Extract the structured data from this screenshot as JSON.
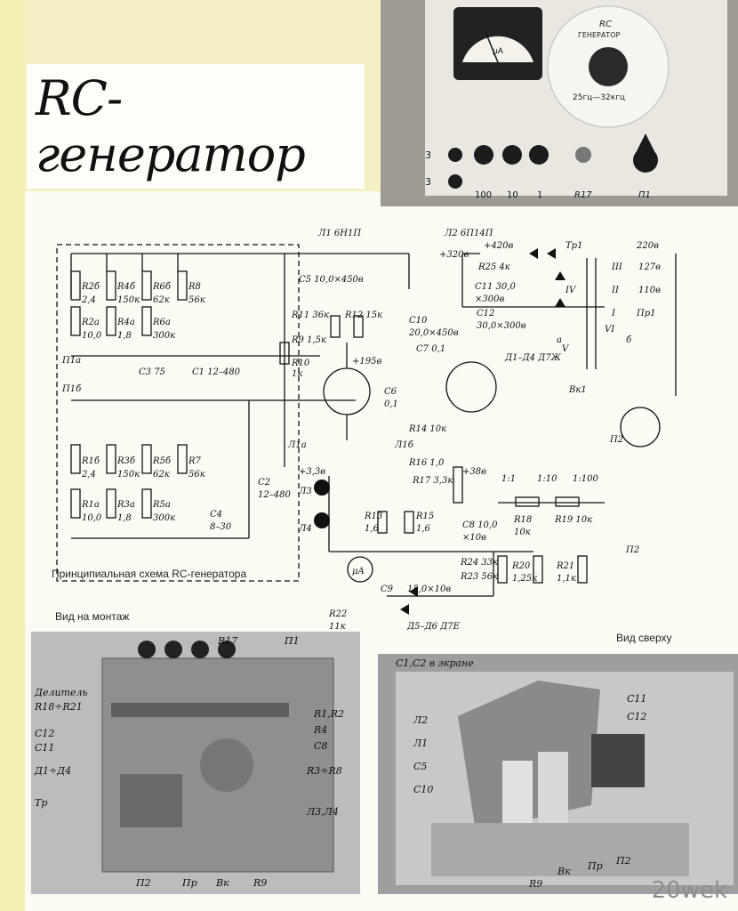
{
  "title": "RC-генератор",
  "schematic_caption": "Принципиальная схема RC-генератора",
  "view_mount_caption": "Вид на монтаж",
  "view_top_caption": "Вид сверху",
  "watermark": "20wek",
  "top_panel_photo": {
    "meter_label": "μA",
    "dial_label_1": "RC",
    "dial_label_2": "ГЕНЕРАТОР",
    "dial_range": "25гц—32кгц",
    "terminals": [
      "3",
      "3"
    ],
    "jack_labels": [
      "100",
      "10",
      "1"
    ],
    "knob_labels": [
      "R17",
      "П1"
    ]
  },
  "schematic_labels": {
    "tube1": "Л1 6Н1П",
    "tube2": "Л2 6П14П",
    "c5": "C5 10,0×450в",
    "r2b": "R2б",
    "r2b_val": "2,4",
    "r2a": "R2а",
    "r2a_val": "10,0",
    "r4b": "R4б",
    "r4b_val": "150к",
    "r4a": "R4а",
    "r4a_val": "1,8",
    "r6b": "R6б",
    "r6b_val": "62к",
    "r6a": "R6а",
    "r6a_val": "300к",
    "r8": "R8",
    "r8_val": "56к",
    "p1a": "П1а",
    "p1b": "П1б",
    "c3": "C3 75",
    "c1": "C1 12–480",
    "r1b": "R1б",
    "r1b_val": "2,4",
    "r1a": "R1а",
    "r1a_val": "10,0",
    "r3b": "R3б",
    "r3b_val": "150к",
    "r3a": "R3а",
    "r3a_val": "1,8",
    "r5b": "R5б",
    "r5b_val": "62к",
    "r5a": "R5а",
    "r5a_val": "300к",
    "r7": "R7",
    "r7_val": "56к",
    "c4": "C4",
    "c4_val": "8–30",
    "c2": "C2",
    "c2_val": "12–480",
    "r11": "R11 36к",
    "r12": "R12 15к",
    "r9": "R9 1,5к",
    "r10": "R10",
    "r10_val": "1к",
    "plus195": "+195в",
    "c6": "C6",
    "c6_val": "0,1",
    "c7": "C7 0,1",
    "l1a": "Л1а",
    "l1b": "Л1б",
    "plus33": "+3,3в",
    "l3": "Л3",
    "l4": "Л4",
    "r13": "R13",
    "r13_val": "1,6",
    "r15": "R15",
    "r15_val": "1,6",
    "plus320": "+320в",
    "plus420": "+420в",
    "r25": "R25 4к",
    "c11": "C11 30,0",
    "c11_v": "×300в",
    "c10": "C10",
    "c10_val": "20,0×450в",
    "c12": "C12",
    "c12_val": "30,0×300в",
    "d1d4": "Д1–Д4 Д7Ж",
    "r14": "R14 10к",
    "r16": "R16 1,0",
    "r17": "R17 3,3к",
    "plus38": "+38в",
    "c8": "C8 10,0",
    "c8_v": "×10в",
    "r18": "R18",
    "r18_val": "10к",
    "r19": "R19 10к",
    "r24": "R24 33к",
    "r23": "R23 56к",
    "r20": "R20",
    "r20_val": "1,25к",
    "r21": "R21",
    "r21_val": "1,1к",
    "ratio1": "1:1",
    "ratio10": "1:10",
    "ratio100": "1:100",
    "tr1": "Тр1",
    "v220": "220в",
    "v127": "127в",
    "v110": "110в",
    "w3": "III",
    "w2": "II",
    "w1": "I",
    "w4": "IV",
    "w5": "V",
    "w6": "VI",
    "pr1": "Пр1",
    "vk1": "Вк1",
    "p2": "П2",
    "p2b": "П2",
    "c9": "C9",
    "c9_val": "15,0×10в",
    "ua": "μA",
    "r22": "R22",
    "r22_val": "11к",
    "d5d6": "Д5–Д6 Д7Е",
    "a": "а",
    "b": "б"
  },
  "mount_photo_labels": {
    "r17": "R17",
    "p1": "П1",
    "divider": "Делитель",
    "divider_r": "R18÷R21",
    "c12": "C12",
    "c11": "C11",
    "d1d4": "Д1÷Д4",
    "tr": "Тр",
    "r1r2": "R1,R2",
    "r4": "R4",
    "c8": "C8",
    "r3r8": "R3÷R8",
    "l3l4": "Л3,Л4",
    "p2": "П2",
    "pr": "Пр",
    "vk": "Вк",
    "r9": "R9"
  },
  "top_photo_labels": {
    "c1c2": "C1,C2 в экране",
    "c11": "C11",
    "c12": "C12",
    "l2": "Л2",
    "l1": "Л1",
    "c5": "C5",
    "c10": "C10",
    "r9": "R9",
    "vk": "Вк",
    "pr": "Пр",
    "p2": "П2"
  }
}
